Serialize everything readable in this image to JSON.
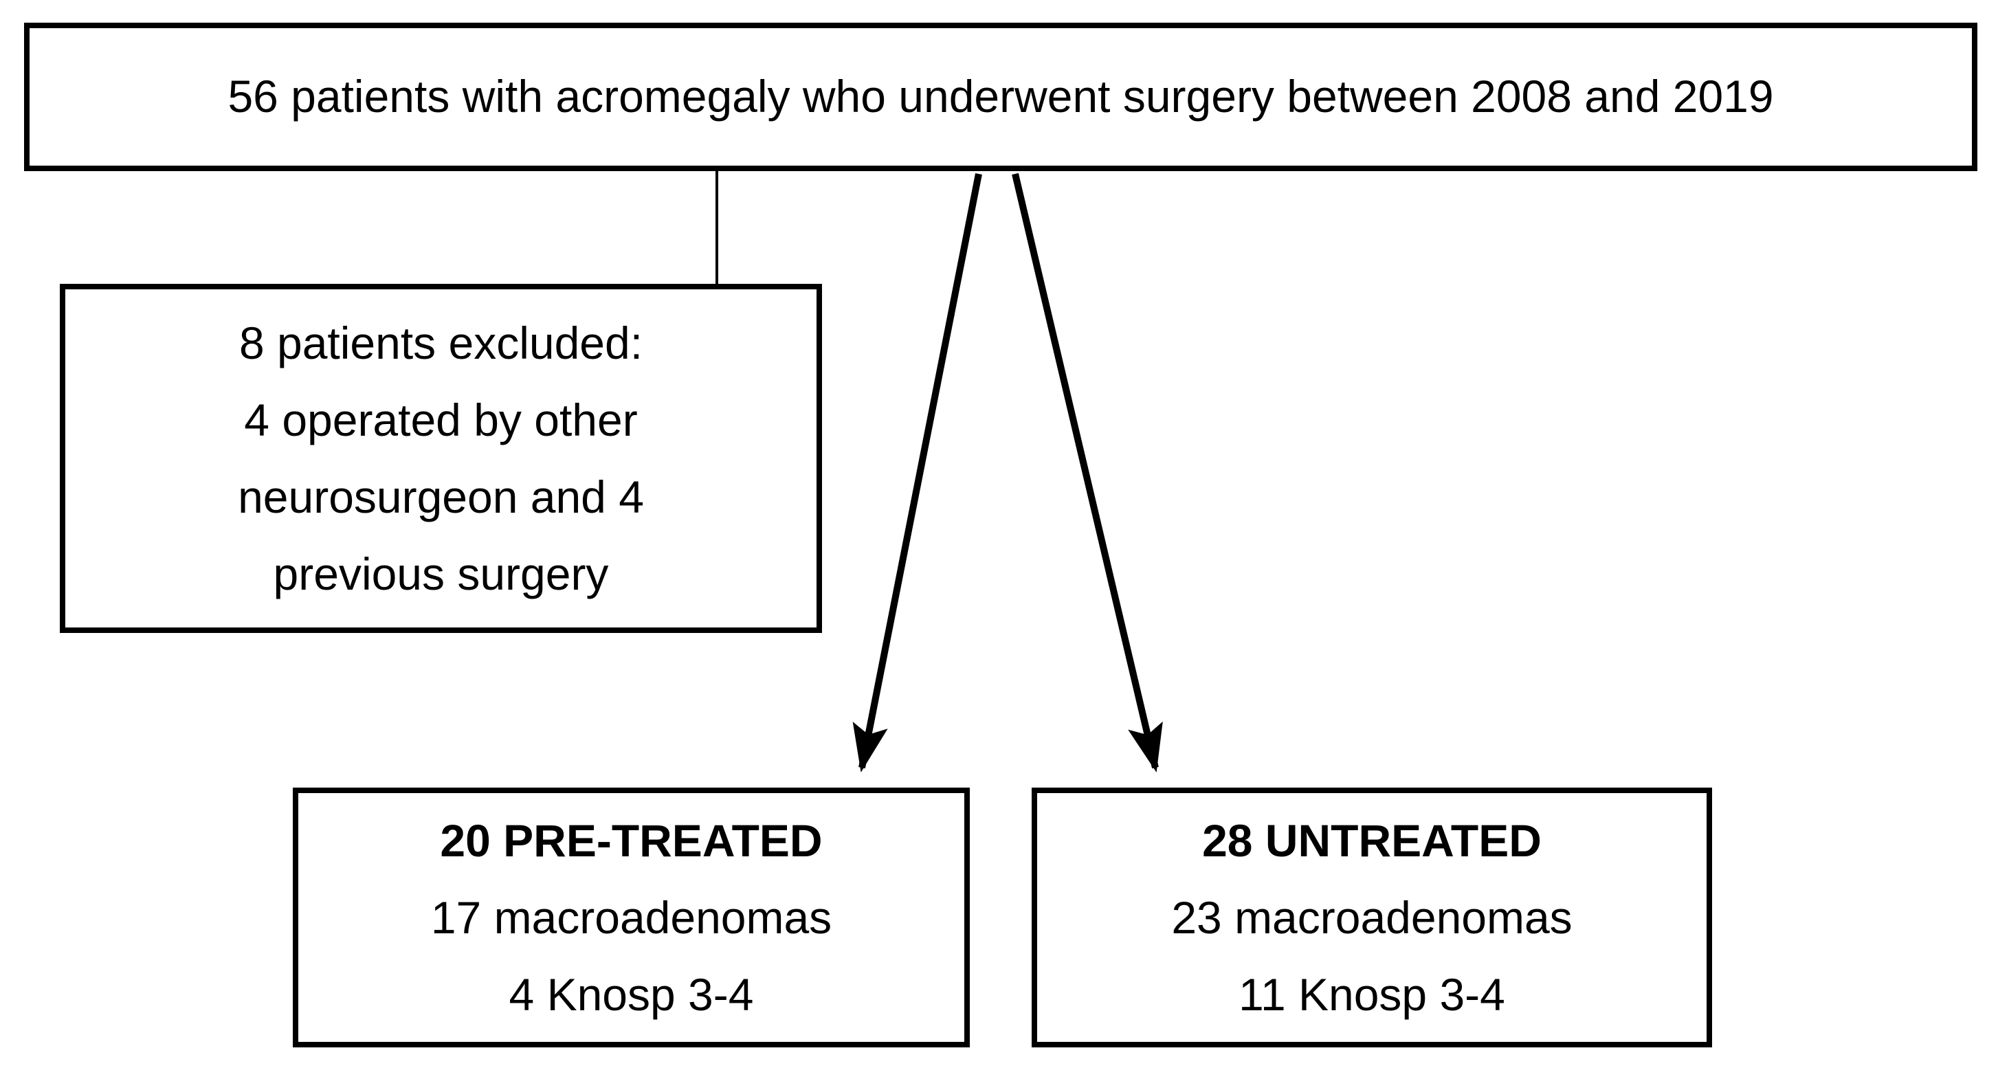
{
  "diagram": {
    "colors": {
      "border": "#000000",
      "background": "#ffffff",
      "text": "#000000"
    },
    "title_box": {
      "text": "56 patients with acromegaly who underwent surgery between 2008 and 2019"
    },
    "excluded_box": {
      "lines": [
        "8 patients excluded:",
        "4 operated by other",
        "neurosurgeon and 4",
        "previous surgery"
      ]
    },
    "pretreated_box": {
      "heading": "20 PRE-TREATED",
      "lines": [
        "17 macroadenomas",
        "4 Knosp 3-4"
      ]
    },
    "untreated_box": {
      "heading": "28 UNTREATED",
      "lines": [
        "23 macroadenomas",
        "11 Knosp 3-4"
      ]
    }
  }
}
